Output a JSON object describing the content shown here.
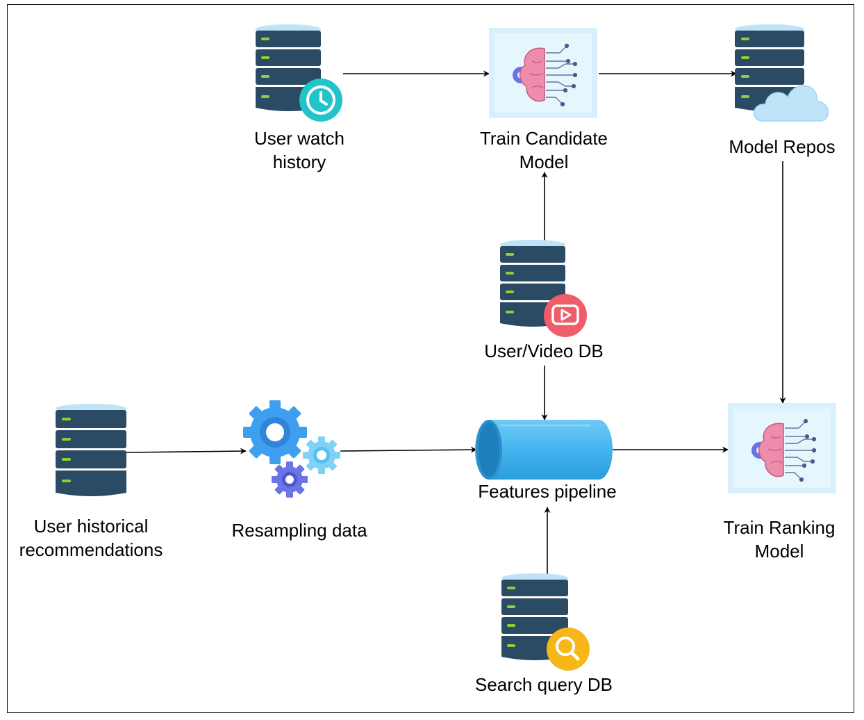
{
  "diagram": {
    "nodes": {
      "user_watch_history": {
        "lines": [
          "User watch",
          "history"
        ],
        "icon": "clock-database-icon"
      },
      "train_candidate": {
        "lines": [
          "Train Candidate",
          "Model"
        ],
        "icon": "brain-ai-icon"
      },
      "model_repos": {
        "lines": [
          "Model Repos"
        ],
        "icon": "cloud-database-icon"
      },
      "user_video_db": {
        "lines": [
          "User/Video DB"
        ],
        "icon": "video-database-icon"
      },
      "user_historical": {
        "lines": [
          "User historical",
          "recommendations"
        ],
        "icon": "database-icon"
      },
      "resampling": {
        "lines": [
          "Resampling data"
        ],
        "icon": "gears-icon"
      },
      "features_pipeline": {
        "lines": [
          "Features pipeline"
        ],
        "icon": "pipeline-cylinder-icon"
      },
      "train_ranking": {
        "lines": [
          "Train Ranking",
          "Model"
        ],
        "icon": "brain-ai-icon"
      },
      "search_query_db": {
        "lines": [
          "Search query DB"
        ],
        "icon": "search-database-icon"
      }
    },
    "edges": [
      {
        "from": "user_watch_history",
        "to": "train_candidate"
      },
      {
        "from": "train_candidate",
        "to": "model_repos"
      },
      {
        "from": "model_repos",
        "to": "train_ranking"
      },
      {
        "from": "user_video_db",
        "to": "train_candidate"
      },
      {
        "from": "user_video_db",
        "to": "features_pipeline"
      },
      {
        "from": "user_historical",
        "to": "resampling"
      },
      {
        "from": "resampling",
        "to": "features_pipeline"
      },
      {
        "from": "features_pipeline",
        "to": "train_ranking"
      },
      {
        "from": "search_query_db",
        "to": "features_pipeline"
      }
    ],
    "colors": {
      "db_body": "#2b4a63",
      "db_band": "#bfe3f7",
      "db_led": "#8bd23a",
      "clock_badge": "#22c3c9",
      "video_badge": "#ef5c6a",
      "search_badge": "#f7b718",
      "cloud": "#bfe4f8",
      "pipeline": "#3eb2ee",
      "gear_blue": "#3e9ff0",
      "gear_light": "#7fd1f5",
      "gear_purple": "#6b74e6",
      "brain_pink": "#ee8cab",
      "panel_bg": "#d8f0fb"
    }
  }
}
